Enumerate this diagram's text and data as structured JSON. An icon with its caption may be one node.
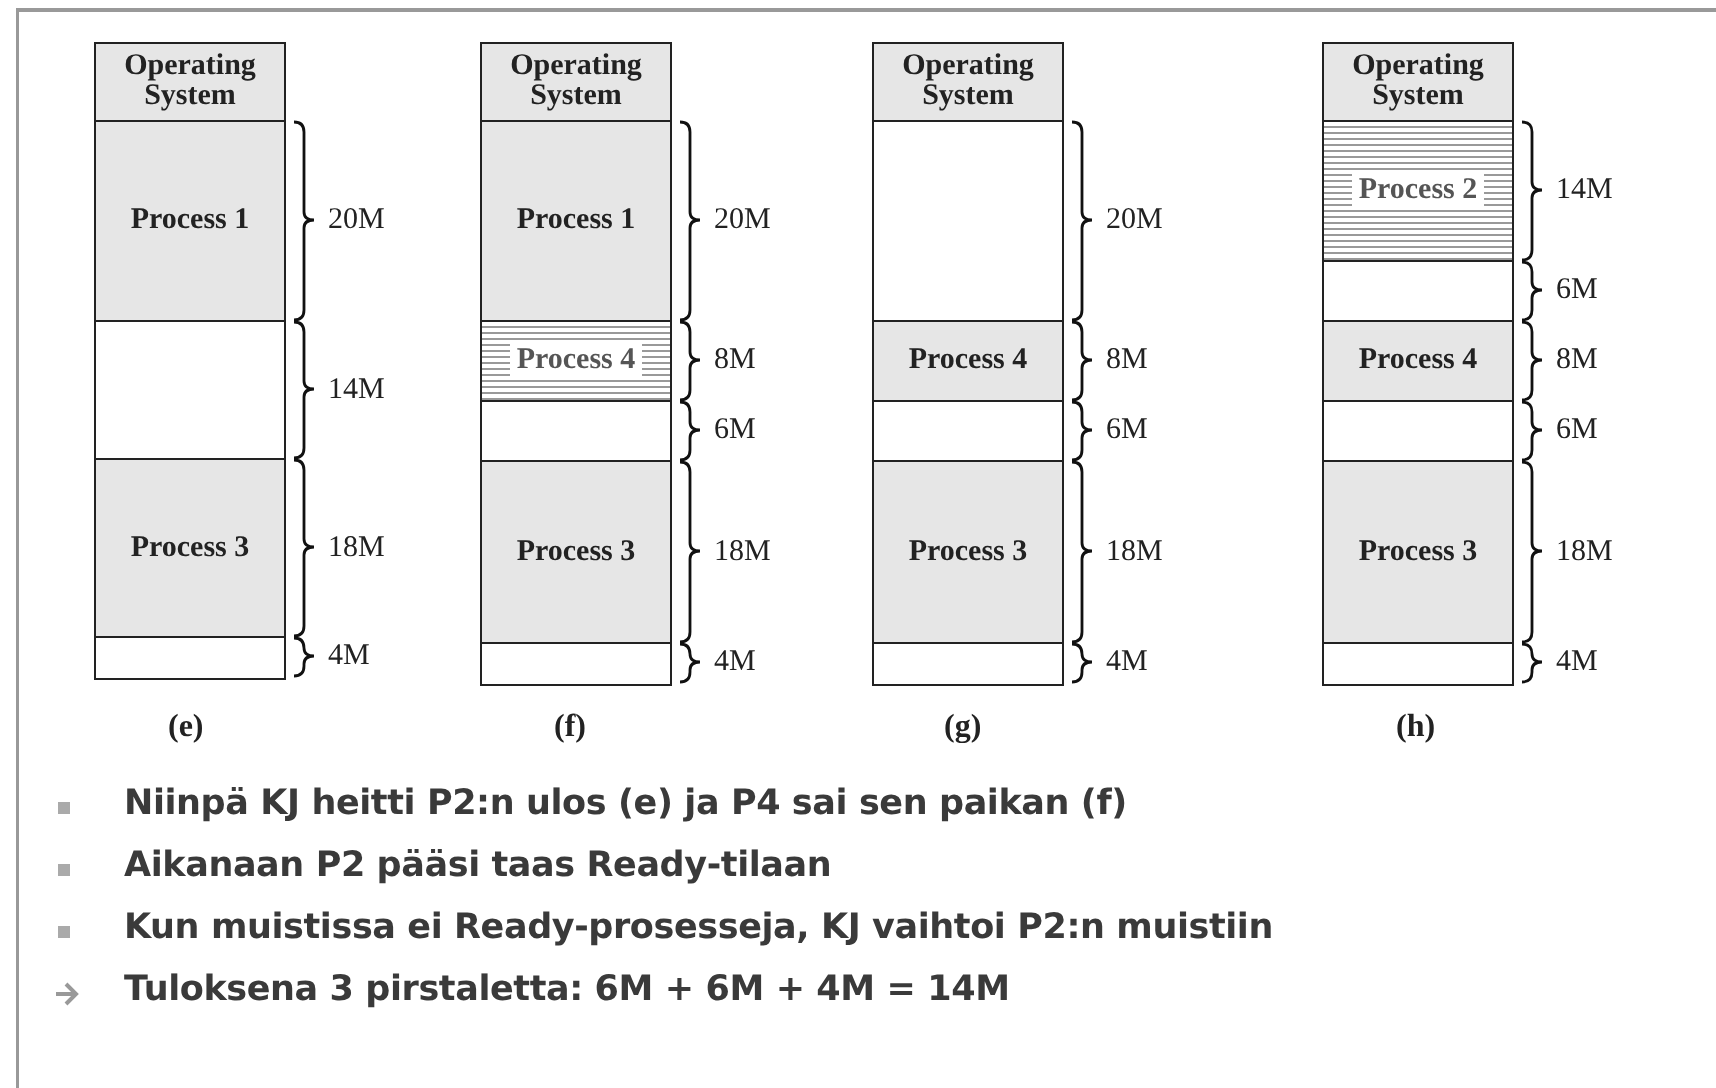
{
  "diagram": {
    "nodes": [
      {
        "text": [
          "Operating System"
        ]
      },
      {
        "text": [
          "Process 1"
        ],
        "beside": [
          "20M"
        ]
      },
      {
        "text": [],
        "shape": "box",
        "beside": [
          "14M"
        ]
      },
      {
        "text": [
          "Process 3"
        ],
        "beside": [
          "18M"
        ]
      },
      {
        "text": [],
        "shape": "box",
        "beside": [
          "4M"
        ]
      },
      {
        "text": [
          "Operating System"
        ]
      },
      {
        "text": [
          "Process 1"
        ],
        "beside": [
          "20M"
        ]
      },
      {
        "text": [
          "Process 4"
        ],
        "beside": [
          "8M"
        ]
      },
      {
        "text": [],
        "shape": "box",
        "beside": [
          "6M"
        ]
      },
      {
        "text": [
          "Process 3"
        ],
        "beside": [
          "18M"
        ]
      },
      {
        "text": [],
        "shape": "box",
        "beside": [
          "4M"
        ]
      },
      {
        "text": [
          "Operating System"
        ]
      },
      {
        "text": [],
        "shape": "box",
        "beside": [
          "20M"
        ]
      },
      {
        "text": [
          "Process 4"
        ],
        "beside": [
          "8M"
        ]
      },
      {
        "text": [],
        "shape": "box",
        "beside": [
          "6M"
        ]
      },
      {
        "text": [
          "Process 3"
        ],
        "beside": [
          "18M"
        ]
      },
      {
        "text": [],
        "shape": "box",
        "beside": [
          "4M"
        ]
      },
      {
        "text": [
          "Operating System"
        ]
      },
      {
        "text": [
          "Process 2"
        ],
        "beside": [
          "14M"
        ]
      },
      {
        "text": [],
        "shape": "box",
        "beside": [
          "6M"
        ]
      },
      {
        "text": [
          "Process 4"
        ],
        "beside": [
          "8M"
        ]
      },
      {
        "text": [],
        "shape": "box",
        "beside": [
          "6M"
        ]
      },
      {
        "text": [
          "Process 3"
        ],
        "beside": [
          "18M"
        ]
      },
      {
        "text": [],
        "shape": "box",
        "beside": [
          "4M"
        ]
      }
    ],
    "labels": [
      "(e)",
      "(f)",
      "(g)",
      "(h)",
      "Niinpä KJ heitti P2:n ulos (e) ja P4 sai sen paikan (f)",
      "Aikanaan P2 pääsi taas Ready-tilaan",
      "Kun muistissa ei Ready-prosesseja, KJ vaihtoi P2:n muistiin",
      "Tuloksena 3 pirstaletta: 6M + 6M + 4M = 14M"
    ]
  }
}
